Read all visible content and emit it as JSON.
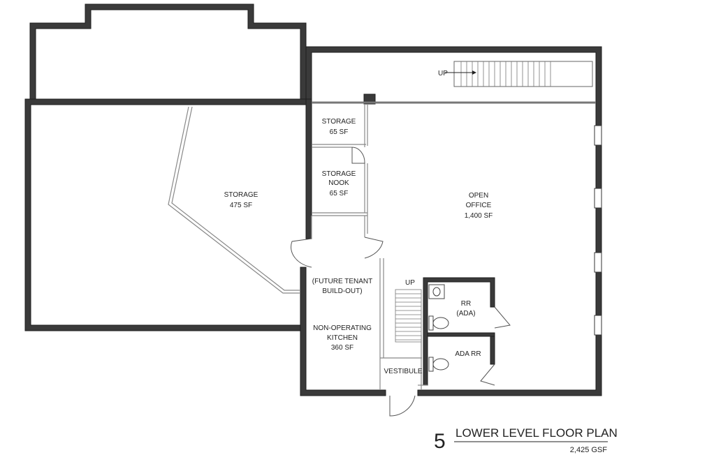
{
  "rooms": {
    "storage_large": {
      "name": "STORAGE",
      "area": "475 SF"
    },
    "storage_small": {
      "name": "STORAGE",
      "area": "65 SF"
    },
    "storage_nook": {
      "line1": "STORAGE",
      "line2": "NOOK",
      "area": "65 SF"
    },
    "open_office": {
      "line1": "OPEN",
      "line2": "OFFICE",
      "area": "1,400 SF"
    },
    "future_tenant": {
      "line1": "(FUTURE TENANT",
      "line2": "BUILD-OUT)"
    },
    "kitchen": {
      "line1": "NON-OPERATING",
      "line2": "KITCHEN",
      "area": "360 SF"
    },
    "vestibule": {
      "name": "VESTIBULE"
    },
    "rr_ada": {
      "line1": "RR",
      "line2": "(ADA)"
    },
    "ada_rr": {
      "name": "ADA RR"
    }
  },
  "stairs": {
    "upper_label": "UP",
    "lower_label": "UP"
  },
  "title_block": {
    "number": "5",
    "title": "LOWER LEVEL FLOOR PLAN",
    "subtitle": "2,425 GSF"
  }
}
